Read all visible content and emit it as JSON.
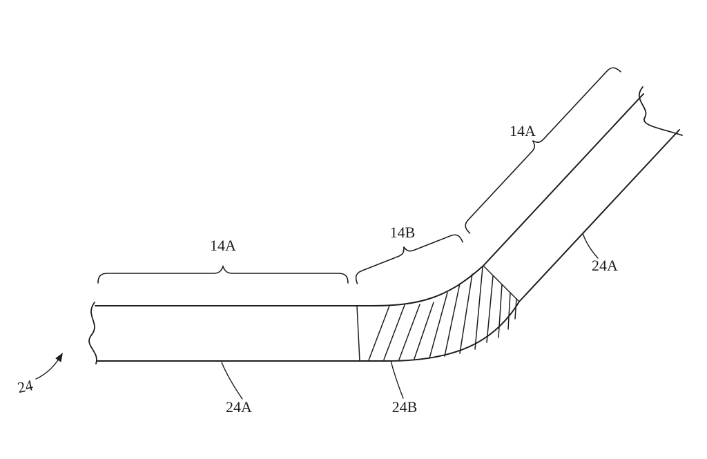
{
  "figure": {
    "kind": "patent-line-drawing",
    "labels": {
      "brace_left_segment": "14A",
      "brace_bend_segment": "14B",
      "brace_right_segment": "14A",
      "lower_wall_bottom": "24A",
      "bend_region": "24B",
      "upper_wall_right": "24A",
      "assembly": "24"
    }
  },
  "colors": {
    "ink": "#1c1c1c",
    "background": "#ffffff"
  }
}
